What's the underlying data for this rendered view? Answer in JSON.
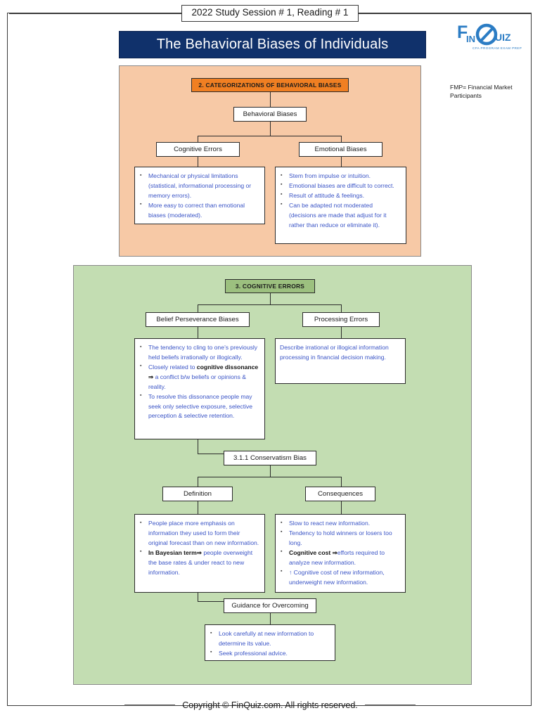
{
  "header": {
    "session_label": "2022 Study Session # 1, Reading # 1"
  },
  "logo": {
    "name": "finquiz-logo",
    "word_f": "F",
    "word_in": "IN",
    "word_q": "Q",
    "word_uiz": "UIZ",
    "tagline": "CFA PROGRAM EXAM PREP",
    "color": "#2b7cc4"
  },
  "title": {
    "text": "The Behavioral Biases of Individuals",
    "bg_color": "#10316b",
    "text_color": "#ffffff"
  },
  "notes": {
    "fmp": "FMP= Financial Market Participants"
  },
  "section_orange": {
    "bg_color": "#f7c9a6",
    "heading": "2. CATEGORIZATIONS OF BEHAVIORAL BIASES",
    "heading_bg": "#f07f22",
    "root": "Behavioral Biases",
    "branches": [
      {
        "label": "Cognitive Errors",
        "bullets": [
          [
            {
              "t": "Mechanical or physical limitations (statistical, informational processing or memory errors).",
              "b": false
            }
          ],
          [
            {
              "t": "More easy to correct than emotional biases (moderated).",
              "b": false
            }
          ]
        ]
      },
      {
        "label": "Emotional Biases",
        "bullets": [
          [
            {
              "t": "Stem from impulse or intuition.",
              "b": false
            }
          ],
          [
            {
              "t": "Emotional biases are difficult to correct.",
              "b": false
            }
          ],
          [
            {
              "t": "Result of attitude & feelings.",
              "b": false
            }
          ],
          [
            {
              "t": "Can be adapted not moderated (decisions are made that adjust for it rather than reduce or eliminate it).",
              "b": false
            }
          ]
        ]
      }
    ]
  },
  "section_green": {
    "bg_color": "#c3ddb2",
    "heading": "3. COGNITIVE ERRORS",
    "heading_bg": "#9cc07f",
    "branches": [
      {
        "label": "Belief Perseverance Biases",
        "bullets": [
          [
            {
              "t": "The tendency to cling to one’s previously held beliefs irrationally or illogically.",
              "b": false
            }
          ],
          [
            {
              "t": "Closely related to ",
              "b": false
            },
            {
              "t": "cognitive dissonance ⇒",
              "b": true
            },
            {
              "t": " a conflict b/w beliefs or opinions & reality.",
              "b": false
            }
          ],
          [
            {
              "t": "To resolve this dissonance people may seek only selective exposure, selective perception & selective retention.",
              "b": false
            }
          ]
        ]
      },
      {
        "label": "Processing Errors",
        "paragraph": "Describe irrational or illogical information processing in financial decision making."
      }
    ],
    "subsection": {
      "label": "3.1.1 Conservatism Bias",
      "branches": [
        {
          "label": "Definition",
          "bullets": [
            [
              {
                "t": "People place more emphasis on information they used to form their original forecast than on new information.",
                "b": false
              }
            ],
            [
              {
                "t": "In Bayesian term⇒",
                "b": true
              },
              {
                "t": " people overweight the base rates & under react to new information.",
                "b": false
              }
            ]
          ]
        },
        {
          "label": "Consequences",
          "bullets": [
            [
              {
                "t": "Slow to react new information.",
                "b": false
              }
            ],
            [
              {
                "t": "Tendency to hold winners or losers too long.",
                "b": false
              }
            ],
            [
              {
                "t": "Cognitive cost ⇒",
                "b": true
              },
              {
                "t": "efforts required to analyze new information.",
                "b": false
              }
            ],
            [
              {
                "t": "↑ Cognitive cost of new information, underweight new information.",
                "b": false
              }
            ]
          ]
        }
      ],
      "guidance": {
        "label": "Guidance for Overcoming",
        "bullets": [
          [
            {
              "t": "Look carefully at new information to determine its value.",
              "b": false
            }
          ],
          [
            {
              "t": "Seek professional advice.",
              "b": false
            }
          ]
        ]
      }
    }
  },
  "footer": {
    "copyright": "Copyright © FinQuiz.com. All rights reserved."
  }
}
